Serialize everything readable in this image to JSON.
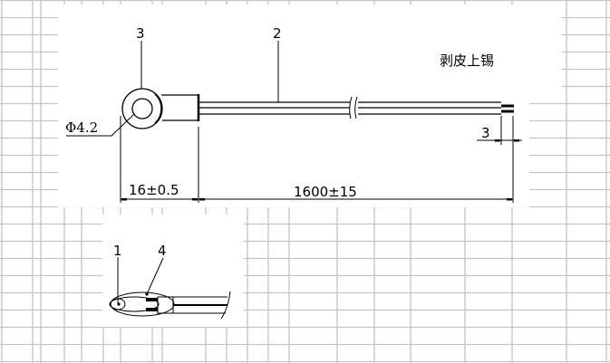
{
  "drawing": {
    "labels": {
      "part_1": "1",
      "part_2": "2",
      "part_3": "3",
      "part_4": "4"
    },
    "note": "剥皮上锡",
    "dimensions": {
      "hole_diameter": "Φ4.2",
      "lug_length": "16±0.5",
      "cable_length": "1600±15",
      "strip_length": "3"
    }
  }
}
